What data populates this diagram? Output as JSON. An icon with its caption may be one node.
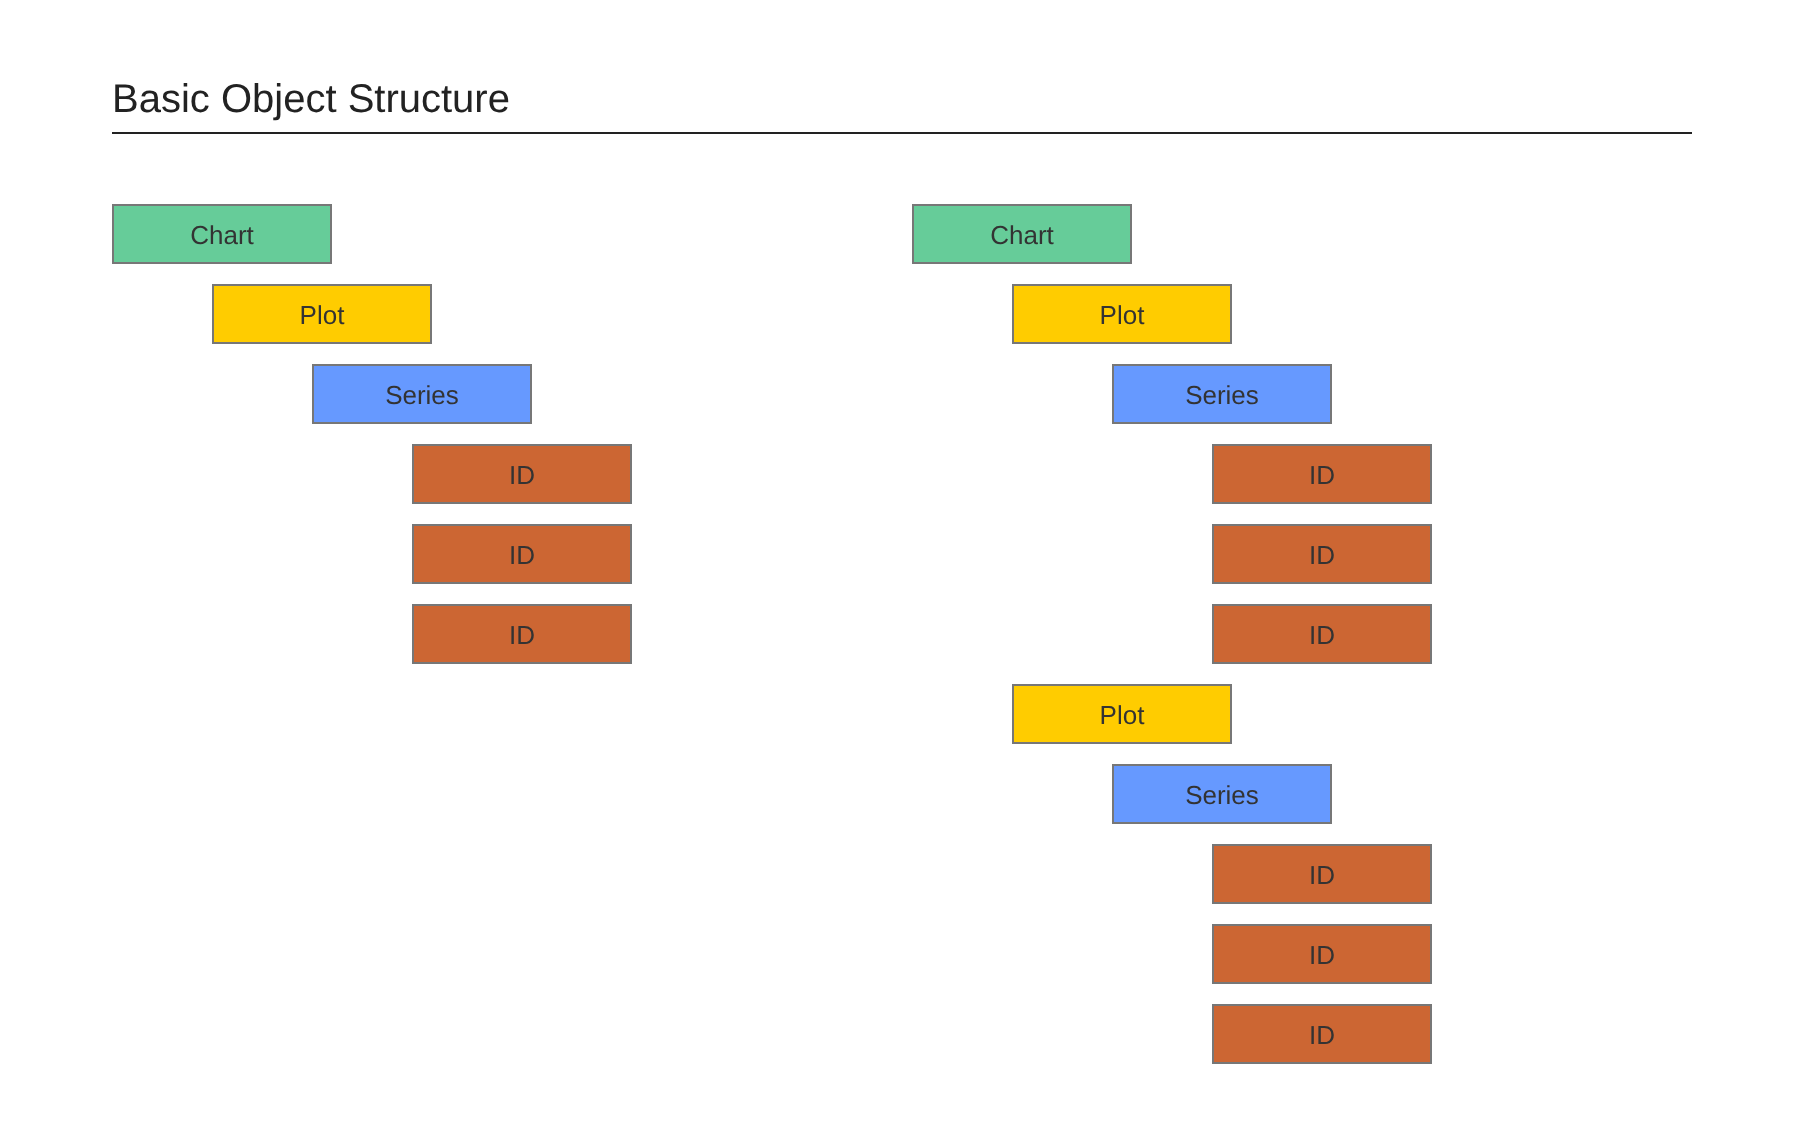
{
  "diagram": {
    "title": "Basic Object Structure",
    "nodes": [
      {
        "text": [
          "Chart"
        ]
      },
      {
        "text": [
          "Plot"
        ]
      },
      {
        "text": [
          "Series"
        ]
      },
      {
        "text": [
          "ID"
        ]
      },
      {
        "text": [
          "ID"
        ]
      },
      {
        "text": [
          "ID"
        ]
      },
      {
        "text": [
          "Chart"
        ]
      },
      {
        "text": [
          "Plot"
        ]
      },
      {
        "text": [
          "Series"
        ]
      },
      {
        "text": [
          "ID"
        ]
      },
      {
        "text": [
          "ID"
        ]
      },
      {
        "text": [
          "ID"
        ]
      },
      {
        "text": [
          "Plot"
        ]
      },
      {
        "text": [
          "Series"
        ]
      },
      {
        "text": [
          "ID"
        ]
      },
      {
        "text": [
          "ID"
        ]
      },
      {
        "text": [
          "ID"
        ]
      }
    ]
  }
}
